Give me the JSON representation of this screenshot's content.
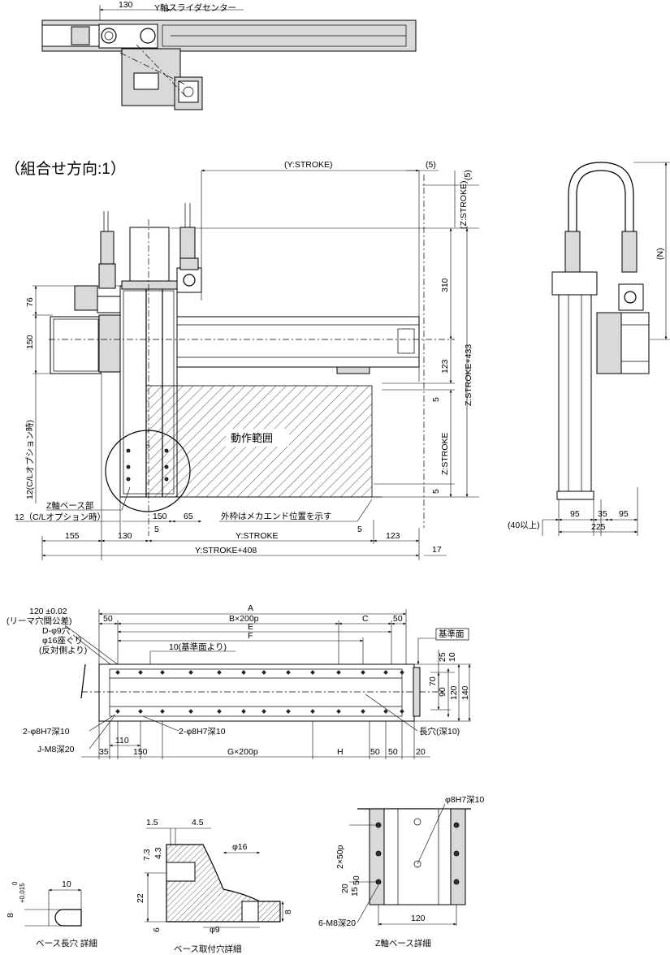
{
  "top_view": {
    "dim_130": "130",
    "y_slider_center": "Y軸スライダセンター"
  },
  "section_title": "（組合せ方向:1）",
  "front_view": {
    "y_stroke_paren": "(Y:STROKE)",
    "d5_top": "(5)",
    "z_stroke_paren": "(Z:STROKE)",
    "d5_right": "(5)",
    "d76": "76",
    "d150_left": "150",
    "d12_opt_vertical": "12(C/Lオプション時)",
    "d310": "310",
    "d123_right": "123",
    "z_stroke_433": "Z:STROKE+433",
    "d5_a": "5",
    "z_stroke": "Z:STROKE",
    "d5_b": "5",
    "operating_range": "動作範囲",
    "z_axis_base": "Z軸ベース部",
    "d12_opt": "12（C/Lオプション時）",
    "d150_bottom": "150",
    "d65": "65",
    "d5_bottom": "5",
    "frame_note": "外枠はメカエンド位置を示す",
    "d155": "155",
    "d130": "130",
    "y_stroke": "Y:STROKE",
    "d5_c": "5",
    "d123_bottom": "123",
    "y_stroke_408": "Y:STROKE+408",
    "d17": "17"
  },
  "side_view": {
    "n": "(N)",
    "d40": "(40以上)",
    "d95a": "95",
    "d35": "35",
    "d95b": "95",
    "d225": "225"
  },
  "base_view": {
    "tol_120": "120 ±0.02",
    "reamer_note": "(リーマ穴間公差)",
    "d_phi9": "D-φ9穴",
    "phi16_cb": "φ16座ぐり",
    "from_back": "(反対側より)",
    "A": "A",
    "d50_l": "50",
    "bx200": "B×200p",
    "C": "C",
    "d50_r": "50",
    "E": "E",
    "F": "F",
    "ref_surface": "基準面",
    "ref10": "10(基準面より)",
    "d25": "25",
    "d10": "10",
    "d70": "70",
    "d90": "90",
    "d120": "120",
    "d140": "140",
    "pin_a": "2-φ8H7深10",
    "tap_j": "J-M8深20",
    "d110": "110",
    "pin_b": "2-φ8H7深10",
    "slot": "長穴(深10)",
    "d35": "35",
    "d150": "150",
    "gx200": "G×200p",
    "H": "H",
    "d50a": "50",
    "d50b": "50",
    "d20": "20"
  },
  "detail_slot": {
    "d8": "8",
    "tol": "+0.015",
    "tol0": "0",
    "d10": "10",
    "caption": "ベース長穴 詳細"
  },
  "detail_mount": {
    "d15": "1.5",
    "d45": "4.5",
    "d73": "7.3",
    "d43": "4.3",
    "phi16": "φ16",
    "d22": "22",
    "d6": "6",
    "phi9": "φ9",
    "d8": "8",
    "caption": "ベース取付穴詳細"
  },
  "detail_zbase": {
    "pin": "φ8H7深10",
    "d2x50": "2×50p",
    "d50": "50",
    "d20": "20",
    "d15": "15",
    "tap": "6-M8深20",
    "d120": "120",
    "caption": "Z軸ベース詳細"
  }
}
